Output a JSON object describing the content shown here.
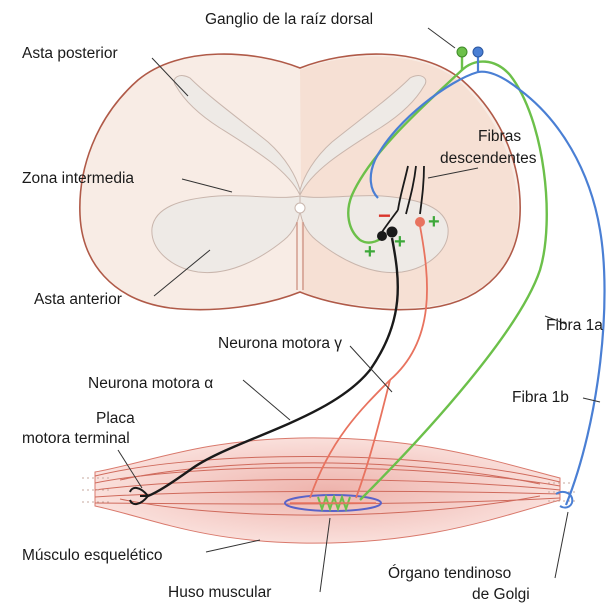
{
  "labels": {
    "dorsal_ganglion": "Ganglio de la raíz dorsal",
    "posterior_horn": "Asta posterior",
    "intermediate_zone": "Zona intermedia",
    "anterior_horn": "Asta anterior",
    "descending_fibers_line1": "Fibras",
    "descending_fibers_line2": "descendentes",
    "gamma_motor_neuron": "Neurona motora γ",
    "alpha_motor_neuron": "Neurona motora α",
    "motor_end_plate_line1": "Placa",
    "motor_end_plate_line2": "motora terminal",
    "fiber_1a": "Fibra 1a",
    "fiber_1b": "Fibra 1b",
    "skeletal_muscle": "Músculo esquelético",
    "muscle_spindle": "Huso muscular",
    "golgi_tendon_organ_line1": "Órgano tendinoso",
    "golgi_tendon_organ_line2": "de Golgi"
  },
  "signs": {
    "minus": "−",
    "plus": "+"
  },
  "colors": {
    "fiber_1a": "#6cc04a",
    "fiber_1b": "#4a7fd4",
    "alpha_motor": "#1a1a1a",
    "gamma_motor": "#e8735f",
    "gray_matter": "#f3efea",
    "white_matter": "#f7e2d6",
    "muscle": "#f2c2bd",
    "minus_sign": "#d9342b",
    "plus_sign": "#3da83a"
  }
}
